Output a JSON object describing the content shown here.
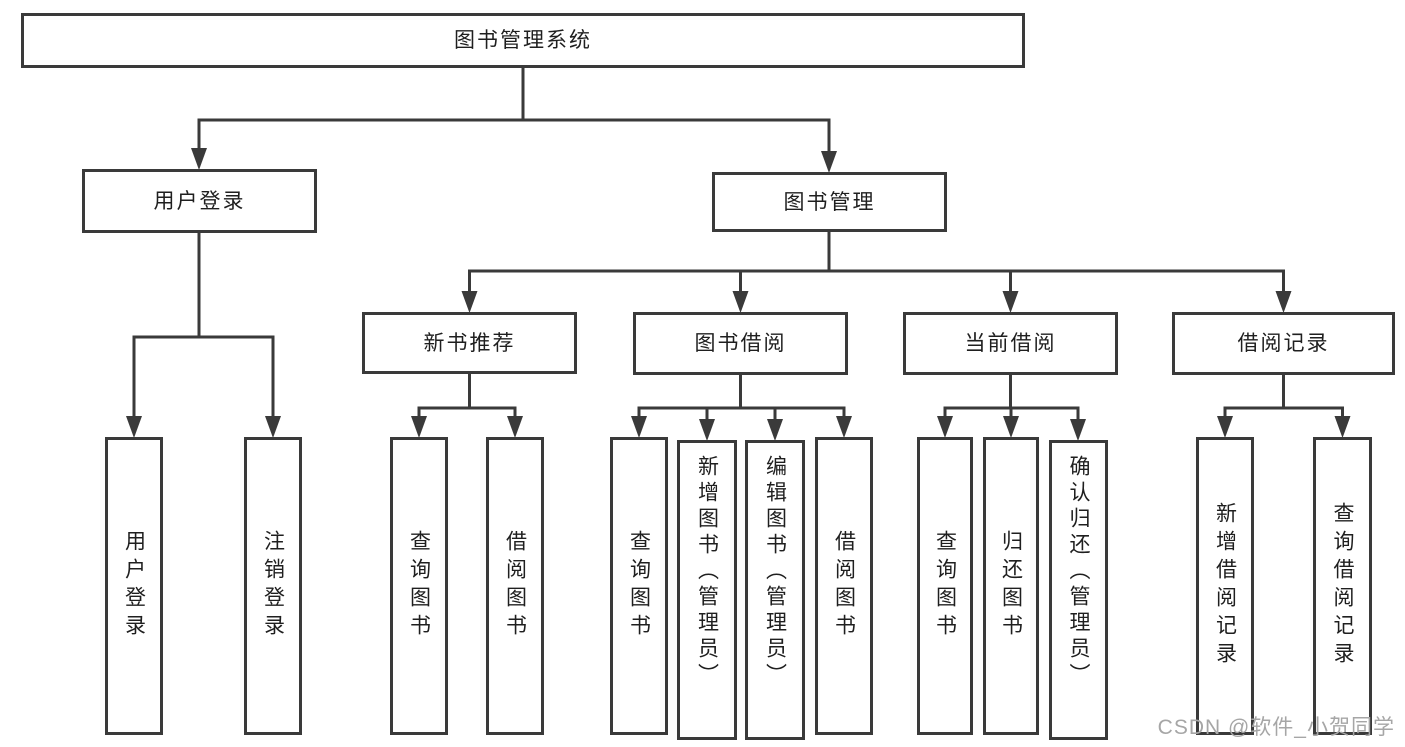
{
  "diagram": {
    "title": "图书管理系统",
    "children": [
      {
        "label": "用户登录",
        "children": [
          {
            "label": "用户登录"
          },
          {
            "label": "注销登录"
          }
        ]
      },
      {
        "label": "图书管理",
        "children": [
          {
            "label": "新书推荐",
            "children": [
              {
                "label": "查询图书"
              },
              {
                "label": "借阅图书"
              }
            ]
          },
          {
            "label": "图书借阅",
            "children": [
              {
                "label": "查询图书"
              },
              {
                "label": "新增图书（管理员）"
              },
              {
                "label": "编辑图书（管理员）"
              },
              {
                "label": "借阅图书"
              }
            ]
          },
          {
            "label": "当前借阅",
            "children": [
              {
                "label": "查询图书"
              },
              {
                "label": "归还图书"
              },
              {
                "label": "确认归还（管理员）"
              }
            ]
          },
          {
            "label": "借阅记录",
            "children": [
              {
                "label": "新增借阅记录"
              },
              {
                "label": "查询借阅记录"
              }
            ]
          }
        ]
      }
    ]
  },
  "watermark": {
    "text": "CSDN @软件_小贺同学"
  },
  "colors": {
    "line": "#3a3a3a",
    "text": "#1f1f1f",
    "box_background": "#ffffff",
    "watermark": "#a6a6a6",
    "page_background": "#ffffff"
  }
}
